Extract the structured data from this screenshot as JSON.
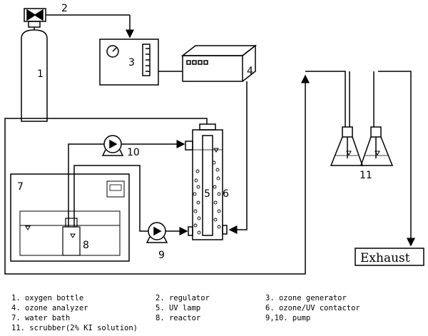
{
  "diagram": {
    "labels": {
      "n1": "1",
      "n2": "2",
      "n3": "3",
      "n4": "4",
      "n5": "5",
      "n6": "6",
      "n7": "7",
      "n8": "8",
      "n9": "9",
      "n10": "10",
      "n11": "11",
      "exhaust": "Exhaust"
    }
  },
  "legend": {
    "items": [
      "1. oxygen bottle",
      "2. regulator",
      "3. ozone generator",
      "4. ozone analyzer",
      "5. UV lamp",
      "6. ozone/UV contactor",
      "7. water bath",
      "8. reactor",
      "9,10. pump",
      "11. scrubber(2% KI solution)"
    ]
  }
}
